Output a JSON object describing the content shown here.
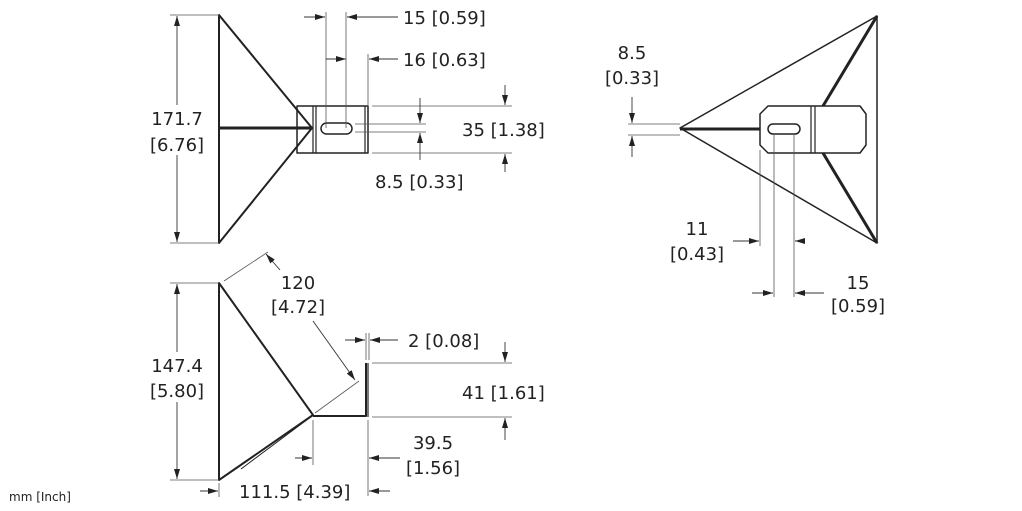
{
  "units_label": "mm [Inch]",
  "views": {
    "front": {
      "height": {
        "mm": "171.7",
        "in": "[6.76]"
      },
      "slot_width": "15 [0.59]",
      "bracket_width": "16 [0.63]",
      "bracket_height": "35 [1.38]",
      "slot_height": "8.5 [0.33]"
    },
    "side": {
      "slot_height": {
        "mm": "8.5",
        "in": "[0.33]"
      },
      "slot_offset": {
        "mm": "11",
        "in": "[0.43]"
      },
      "slot_length": {
        "mm": "15",
        "in": "[0.59]"
      }
    },
    "top": {
      "height": {
        "mm": "147.4",
        "in": "[5.80]"
      },
      "edge_length": {
        "mm": "120",
        "in": "[4.72]"
      },
      "thickness": "2 [0.08]",
      "flange_height": "41 [1.61]",
      "flange_depth": {
        "mm": "39.5",
        "in": "[1.56]"
      },
      "overall_depth": "111.5 [4.39]"
    }
  }
}
